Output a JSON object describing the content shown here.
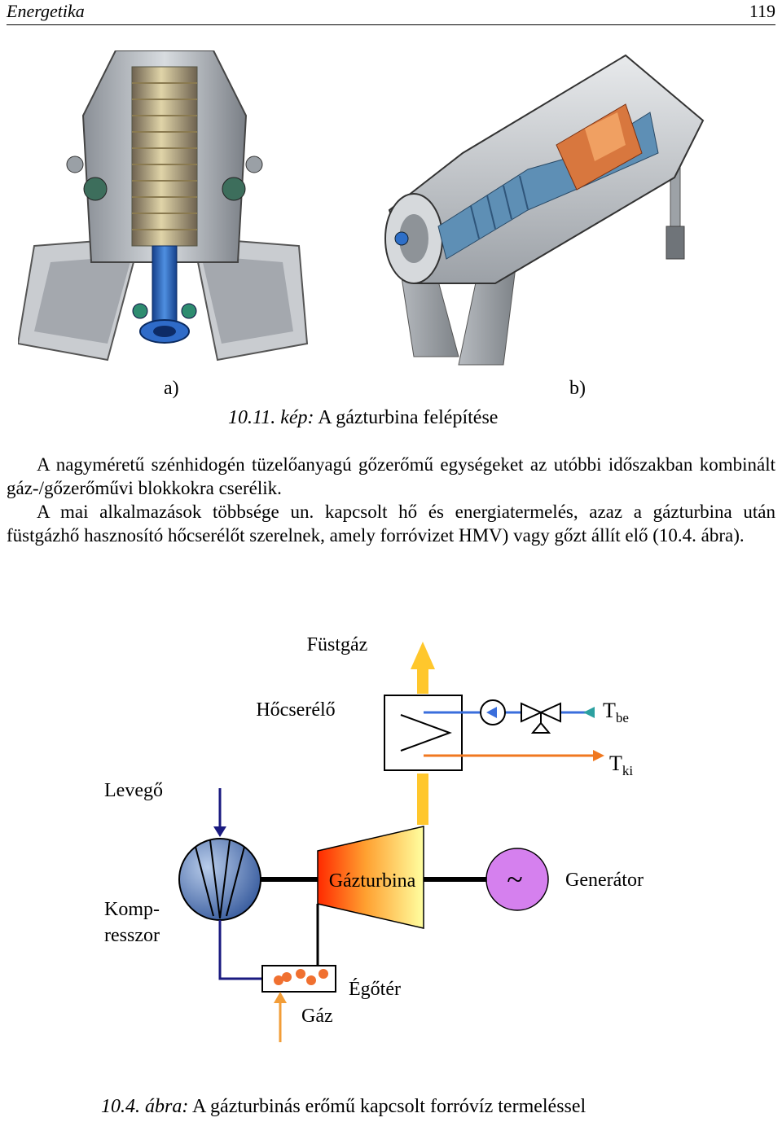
{
  "header": {
    "book_title": "Energetika",
    "page_number": "119"
  },
  "photo_figure": {
    "label_a": "a)",
    "label_b": "b)",
    "caption_number": "10.11. kép:",
    "caption_text": "A gázturbina felépítése"
  },
  "body": {
    "paragraph_1": "A nagyméretű szénhidogén tüzelőanyagú gőzerőmű egységeket az utóbbi időszakban kombinált gáz-/gőzerőművi blokkokra cserélik.",
    "paragraph_2": "A mai alkalmazások többsége un. kapcsolt hő és energiatermelés, azaz a gáz­turbina után füstgázhő hasznosító hőcserélőt szerelnek, amely forróvizet HMV) vagy gőzt állít elő (10.4. ábra)."
  },
  "diagram": {
    "labels": {
      "flue_gas": "Füstgáz",
      "heat_exchanger": "Hőcserélő",
      "t_in_main": "T",
      "t_in_sub": "be",
      "t_out_main": "T",
      "t_out_sub": "ki",
      "air": "Levegő",
      "compressor_line1": "Komp-",
      "compressor_line2": "resszor",
      "gas_turbine": "Gázturbina",
      "generator_symbol": "~",
      "generator": "Generátor",
      "combustion_chamber": "Égőtér",
      "gas": "Gáz"
    },
    "colors": {
      "flue_gas": "#FFC72C",
      "cold_water": "#3A6EDC",
      "hot_water": "#F07820",
      "air": "#1A1A80",
      "fuel": "#F29D38",
      "generator": "#D580EE",
      "compressor": "#4A6FB0",
      "turbine_hot": "#FF2A00",
      "turbine_cool": "#FFFFA0",
      "flame": "#F07030"
    },
    "caption_number": "10.4. ábra:",
    "caption_text": "A gázturbinás erőmű kapcsolt forróvíz termeléssel"
  }
}
